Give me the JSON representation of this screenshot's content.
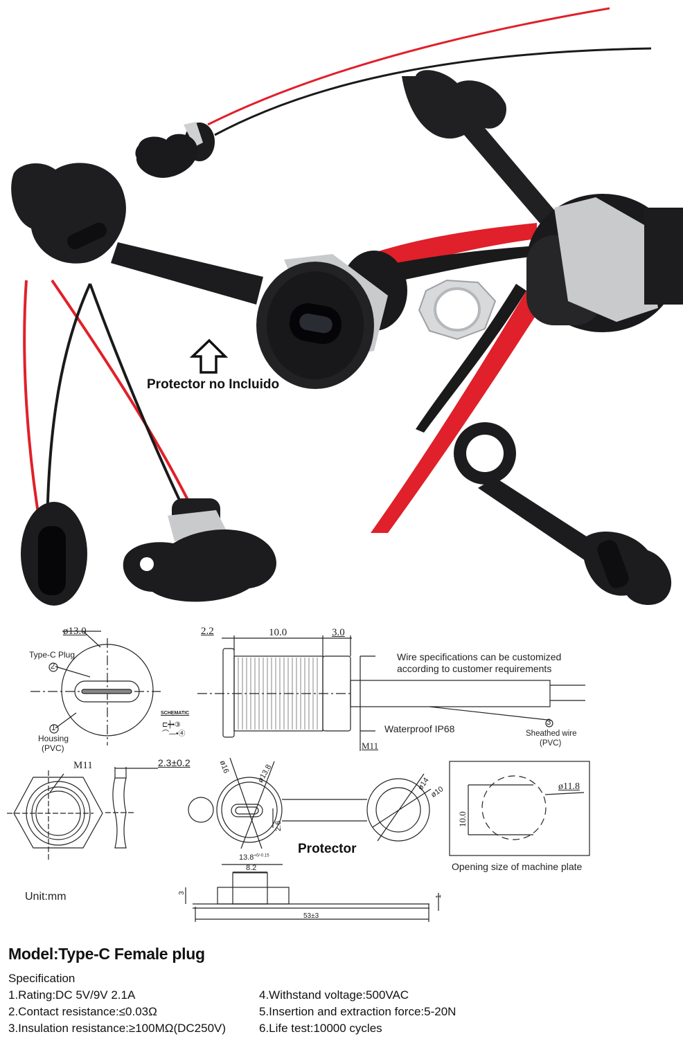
{
  "photos": {
    "callout_label": "Protector no Incluido",
    "callout_icon": "up-arrow-outline-icon",
    "items": [
      {
        "name": "connector-with-wires-small"
      },
      {
        "name": "connector-with-tethered-cap"
      },
      {
        "name": "connector-side-view-with-nut"
      },
      {
        "name": "hex-nut"
      },
      {
        "name": "connector-front-typec"
      },
      {
        "name": "connector-with-cap-closed"
      },
      {
        "name": "protector-cap-loose"
      }
    ],
    "colors": {
      "wire_red": "#e0202a",
      "wire_black": "#1a1a1a",
      "rubber": "#1c1c1e",
      "nut_silver": "#c9cacc"
    }
  },
  "drawings": {
    "front_view": {
      "diameter": "ø13.0",
      "plug_label": "Type-C Plug",
      "plug_num": "2",
      "housing_num": "1",
      "housing_label": "Housing",
      "housing_material": "(PVC)",
      "schematic_label": "SCHEMATIC"
    },
    "side_view": {
      "dim_flange": "2.2",
      "dim_thread": "10.0",
      "dim_body": "3.0",
      "thread": "M11",
      "wire_note_line1": "Wire specifications can be customized",
      "wire_note_line2": "according to customer requirements",
      "waterproof": "Waterproof IP68",
      "wire_num": "3",
      "wire_label": "Sheathed wire",
      "wire_material": "(PVC)"
    },
    "nut": {
      "thread": "M11",
      "thickness": "2.3±0.2"
    },
    "protector": {
      "label": "Protector",
      "d_outer": "ø16",
      "d_inner": "ø13.8",
      "slot_h": "2.6",
      "ring_outer": "ø14",
      "ring_inner": "ø10",
      "dim_width": "13.8",
      "dim_tol": "+0/-0.15",
      "dim_plug": "8.2",
      "height": "3",
      "thickness": "1",
      "length": "53±3"
    },
    "panel": {
      "diameter": "ø11.8",
      "flat": "10.0",
      "caption": "Opening size of machine plate"
    },
    "unit": "Unit:mm"
  },
  "spec": {
    "model": "Model:Type-C Female plug",
    "heading": "Specification",
    "items": [
      "1.Rating:DC 5V/9V 2.1A",
      "4.Withstand voltage:500VAC",
      "2.Contact resistance:≤0.03Ω",
      "5.Insertion and extraction force:5-20N",
      "3.Insulation resistance:≥100MΩ(DC250V)",
      "6.Life test:10000 cycles"
    ]
  }
}
